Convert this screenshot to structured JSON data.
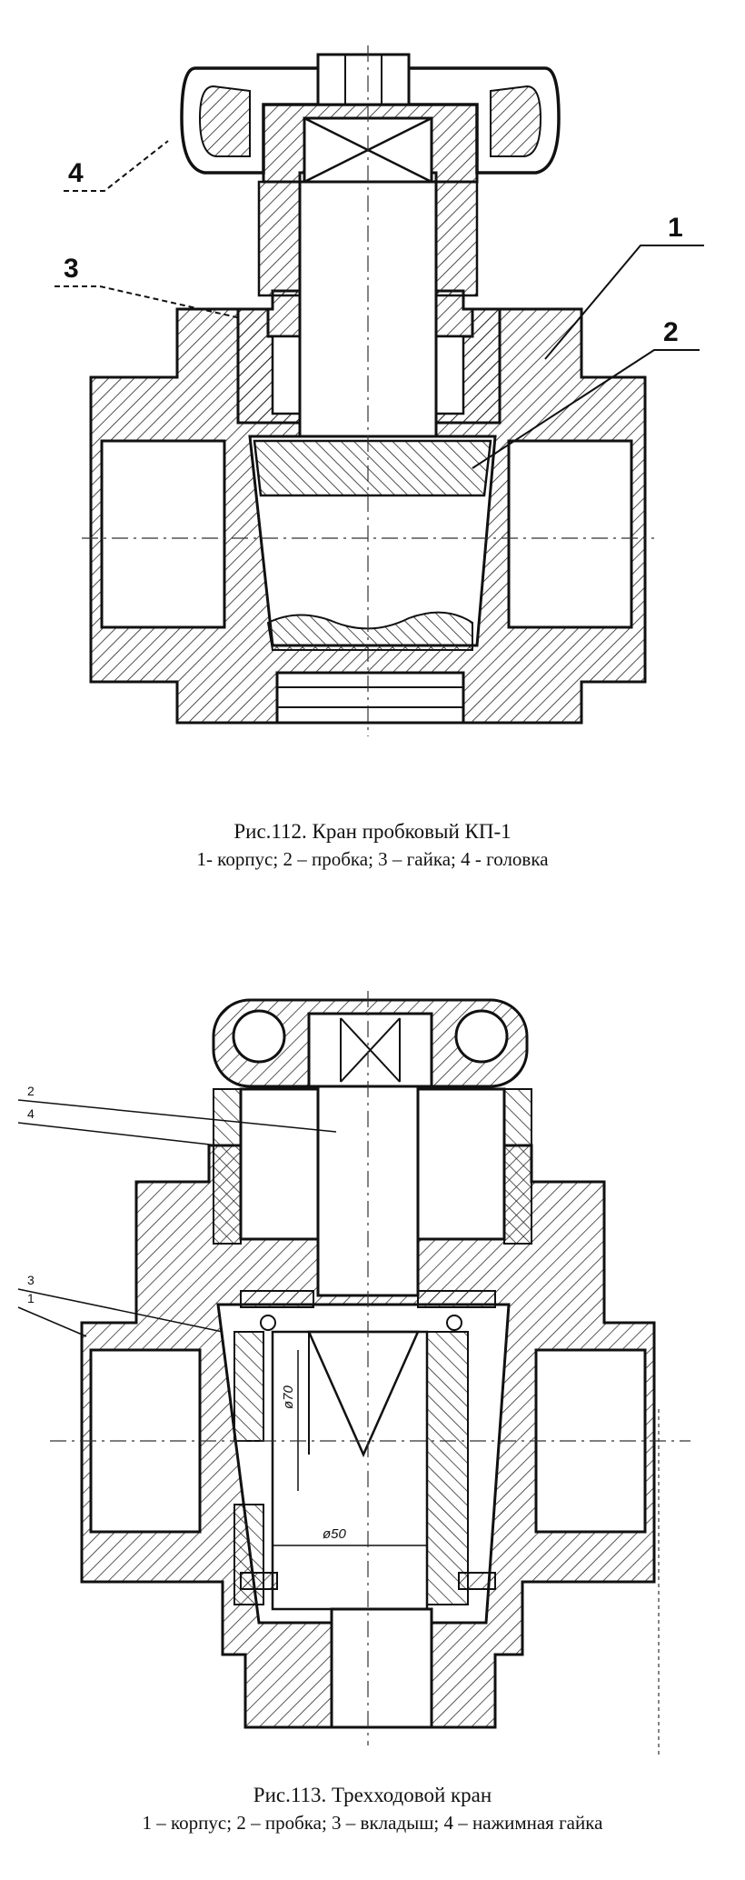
{
  "figure1": {
    "title": "Рис.112. Кран пробковый КП-1",
    "legend": "1- корпус; 2 – пробка; 3 – гайка; 4 - головка",
    "labels": [
      "4",
      "3",
      "1",
      "2"
    ]
  },
  "figure2": {
    "title": "Рис.113.  Трехходовой кран",
    "legend": "1 – корпус; 2 – пробка; 3 – вкладыш; 4 – нажимная гайка",
    "labels": [
      "2",
      "4",
      "3",
      "1"
    ],
    "dimensions": [
      "ø70",
      "ø50"
    ]
  }
}
